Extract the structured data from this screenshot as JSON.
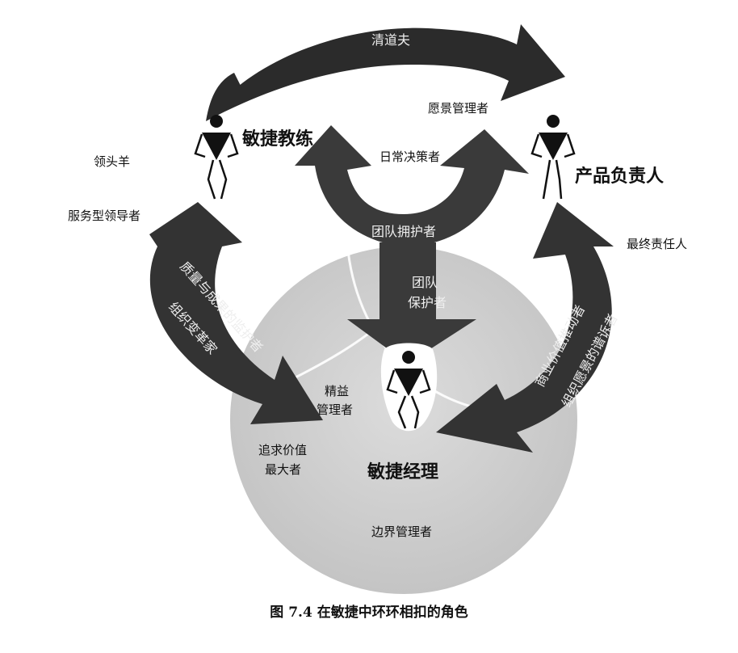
{
  "diagram": {
    "roles": {
      "agile_coach": "敏捷教练",
      "product_owner": "产品负责人",
      "agile_manager": "敏捷经理"
    },
    "arrow_labels": {
      "top": "清道夫",
      "team_guardian_top": "团队拥护者",
      "team_protector": [
        "团队",
        "保护者"
      ],
      "left_arrow": [
        "质量与成果的监护者",
        "组织变革家"
      ],
      "right_arrow": [
        "商业价值推动者",
        "组织愿景的谱诉者"
      ]
    },
    "labels": {
      "vision_manager": "愿景管理者",
      "daily_decider": "日常决策者",
      "bellwether": "领头羊",
      "servant_leader": "服务型领导者",
      "final_responsible": "最终责任人",
      "lean_manager": [
        "精益",
        "管理者"
      ],
      "value_maximizer": [
        "追求价值",
        "最大者"
      ],
      "boundary_manager": "边界管理者"
    },
    "caption": "图 7.4    在敏捷中环环相扣的角色"
  }
}
